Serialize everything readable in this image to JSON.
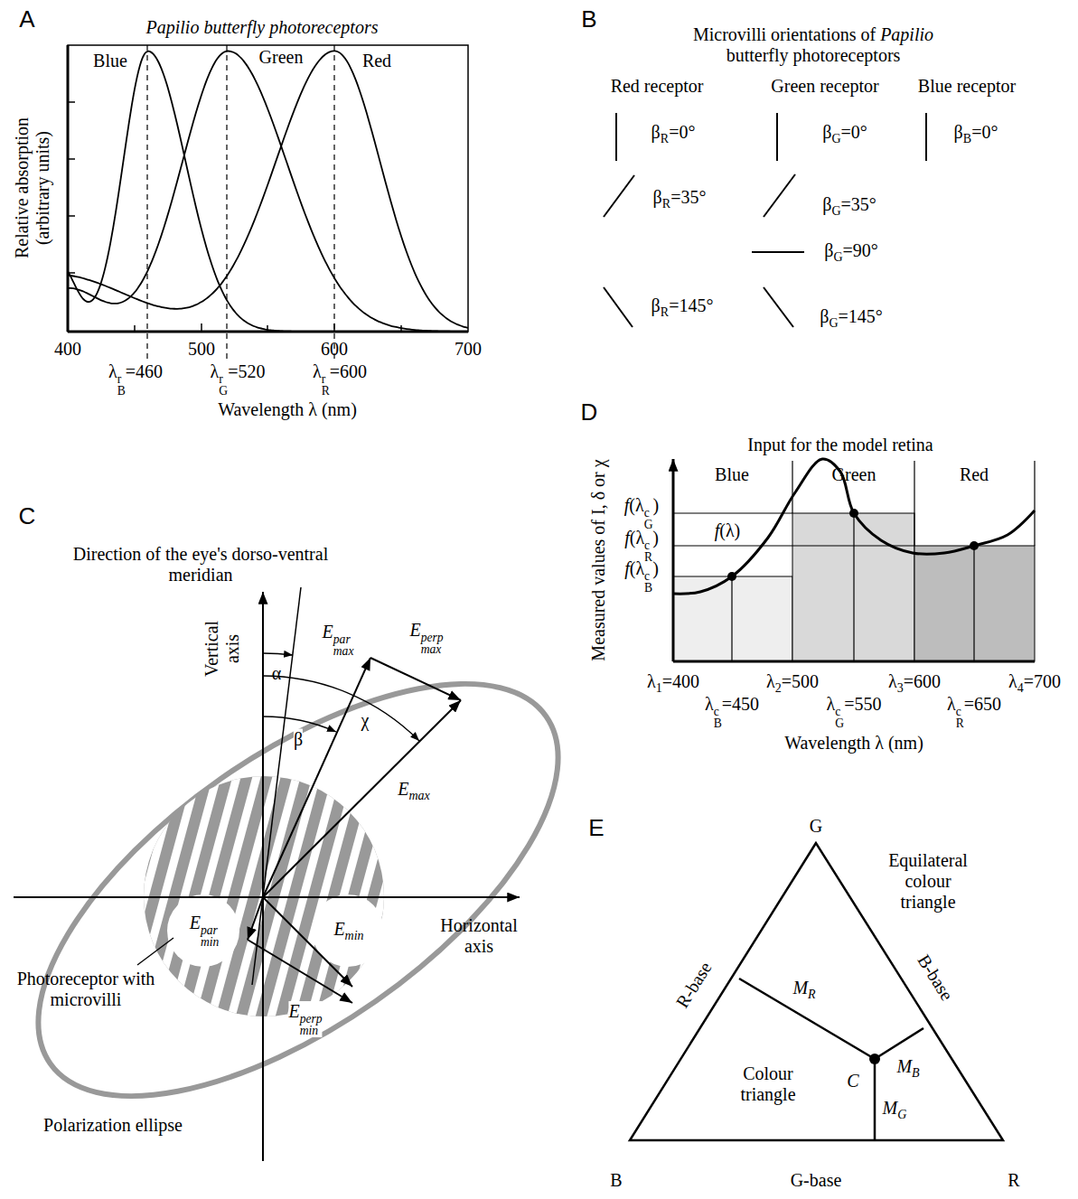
{
  "diagram": {
    "labels": [
      "A",
      "Papilio butterfly photoreceptors",
      "Blue",
      "Green",
      "Red",
      "Relative absorption (arbitrary units)",
      "400",
      "500",
      "600",
      "700",
      "λBr=460",
      "λGr=520",
      "λRr=600",
      "Wavelength λ (nm)",
      "B",
      "Microvilli orientations of Papilio butterfly photoreceptors",
      "Red receptor",
      "Green receptor",
      "Blue receptor",
      "βR=0°",
      "βG=0°",
      "βB=0°",
      "βR=35°",
      "βG=35°",
      "βG=90°",
      "βR=145°",
      "βG=145°",
      "C",
      "Direction of the eye's dorso-ventral meridian",
      "Vertical axis",
      "α",
      "β",
      "χ",
      "Emaxpar",
      "Emaxperp",
      "Emax",
      "Eminpar",
      "Emin",
      "Eminperp",
      "Horizontal axis",
      "Photoreceptor with microvilli",
      "Polarization ellipse",
      "D",
      "Measured values of I, δ or χ",
      "Input for the model retina",
      "Blue",
      "Green",
      "Red",
      "f(λGc)",
      "f(λRc)",
      "f(λBc)",
      "f(λ)",
      "λ1=400",
      "λ2=500",
      "λ3=600",
      "λ4=700",
      "λBc=450",
      "λGc=550",
      "λRc=650",
      "Wavelength λ (nm)",
      "E",
      "G",
      "Equilateral colour triangle",
      "R-base",
      "B-base",
      "MR",
      "Colour triangle",
      "C",
      "MB",
      "MG",
      "B",
      "G-base",
      "R"
    ]
  }
}
